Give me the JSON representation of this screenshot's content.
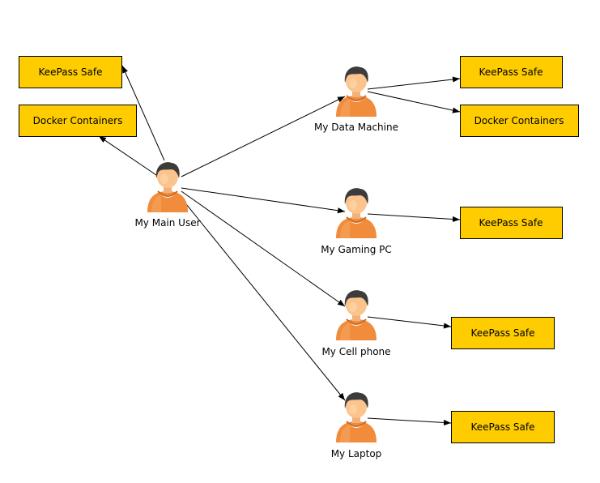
{
  "colors": {
    "box_fill": "#ffcc00",
    "shirt": "#f08c3c",
    "skin": "#fcc48c",
    "hair": "#3c3c3c",
    "edge": "#000000"
  },
  "actors": [
    {
      "id": "main",
      "label": "My Main User",
      "icon": "user-icon"
    },
    {
      "id": "data",
      "label": "My Data Machine",
      "icon": "user-icon"
    },
    {
      "id": "gaming",
      "label": "My Gaming PC",
      "icon": "user-icon"
    },
    {
      "id": "cell",
      "label": "My Cell phone",
      "icon": "user-icon"
    },
    {
      "id": "laptop",
      "label": "My Laptop",
      "icon": "user-icon"
    }
  ],
  "boxes": [
    {
      "id": "main-keepass",
      "label": "KeePass Safe"
    },
    {
      "id": "main-docker",
      "label": "Docker Containers"
    },
    {
      "id": "data-keepass",
      "label": "KeePass Safe"
    },
    {
      "id": "data-docker",
      "label": "Docker Containers"
    },
    {
      "id": "gaming-keepass",
      "label": "KeePass Safe"
    },
    {
      "id": "cell-keepass",
      "label": "KeePass Safe"
    },
    {
      "id": "laptop-keepass",
      "label": "KeePass Safe"
    }
  ],
  "edges": [
    {
      "from": "main",
      "to": "main-keepass"
    },
    {
      "from": "main",
      "to": "main-docker"
    },
    {
      "from": "main",
      "to": "data"
    },
    {
      "from": "main",
      "to": "gaming"
    },
    {
      "from": "main",
      "to": "cell"
    },
    {
      "from": "main",
      "to": "laptop"
    },
    {
      "from": "data",
      "to": "data-keepass"
    },
    {
      "from": "data",
      "to": "data-docker"
    },
    {
      "from": "gaming",
      "to": "gaming-keepass"
    },
    {
      "from": "cell",
      "to": "cell-keepass"
    },
    {
      "from": "laptop",
      "to": "laptop-keepass"
    }
  ]
}
